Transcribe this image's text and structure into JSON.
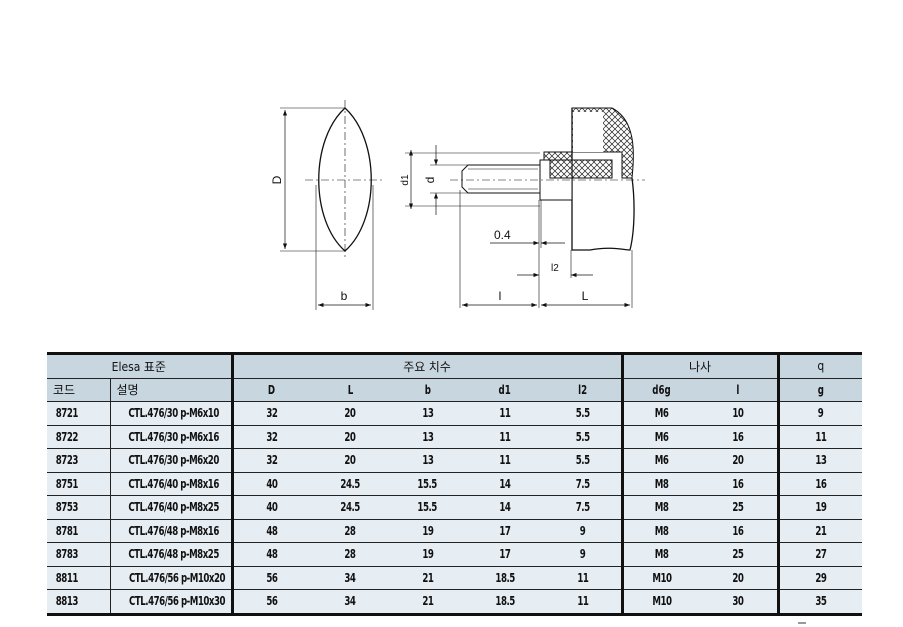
{
  "drawing": {
    "labels": {
      "D": "D",
      "b": "b",
      "d1": "d1",
      "d": "d",
      "dim_04": "0.4",
      "l2": "l2",
      "l": "l",
      "L": "L"
    }
  },
  "table": {
    "group_headers": [
      "Elesa 표준",
      "주요 치수",
      "나사",
      "q"
    ],
    "columns": [
      "코드",
      "설명",
      "D",
      "L",
      "b",
      "d1",
      "l2",
      "d6g",
      "l",
      "g"
    ],
    "rows": [
      [
        "8721",
        "CTL.476/30 p-M6x10",
        "32",
        "20",
        "13",
        "11",
        "5.5",
        "M6",
        "10",
        "9"
      ],
      [
        "8722",
        "CTL.476/30 p-M6x16",
        "32",
        "20",
        "13",
        "11",
        "5.5",
        "M6",
        "16",
        "11"
      ],
      [
        "8723",
        "CTL.476/30 p-M6x20",
        "32",
        "20",
        "13",
        "11",
        "5.5",
        "M6",
        "20",
        "13"
      ],
      [
        "8751",
        "CTL.476/40 p-M8x16",
        "40",
        "24.5",
        "15.5",
        "14",
        "7.5",
        "M8",
        "16",
        "16"
      ],
      [
        "8753",
        "CTL.476/40 p-M8x25",
        "40",
        "24.5",
        "15.5",
        "14",
        "7.5",
        "M8",
        "25",
        "19"
      ],
      [
        "8781",
        "CTL.476/48 p-M8x16",
        "48",
        "28",
        "19",
        "17",
        "9",
        "M8",
        "16",
        "21"
      ],
      [
        "8783",
        "CTL.476/48 p-M8x25",
        "48",
        "28",
        "19",
        "17",
        "9",
        "M8",
        "25",
        "27"
      ],
      [
        "8811",
        "CTL.476/56 p-M10x20",
        "56",
        "34",
        "21",
        "18.5",
        "11",
        "M10",
        "20",
        "29"
      ],
      [
        "8813",
        "CTL.476/56 p-M10x30",
        "56",
        "34",
        "21",
        "18.5",
        "11",
        "M10",
        "30",
        "35"
      ]
    ]
  }
}
